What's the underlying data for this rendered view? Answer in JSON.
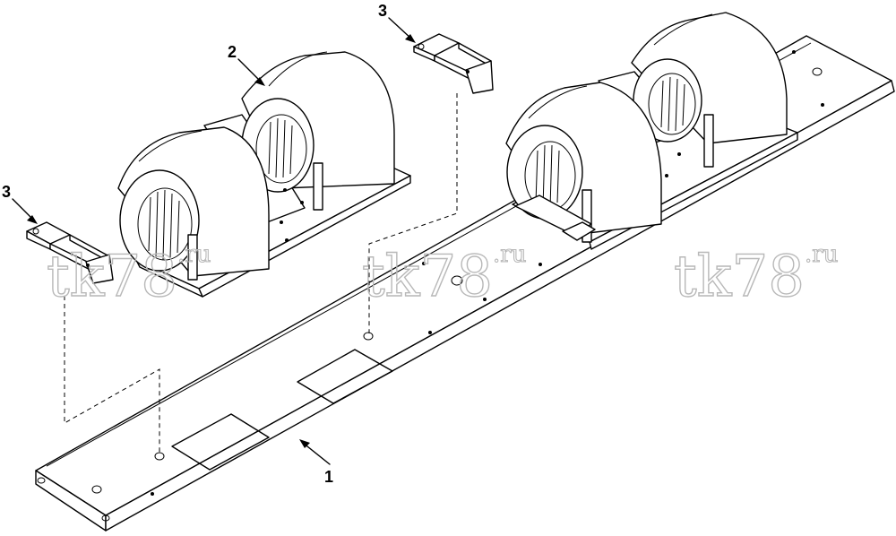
{
  "callouts": [
    {
      "id": "1",
      "label": "1"
    },
    {
      "id": "2",
      "label": "2"
    },
    {
      "id": "3a",
      "label": "3"
    },
    {
      "id": "3b",
      "label": "3"
    }
  ],
  "watermarks": [
    {
      "text": "tk78",
      "sup": ".ru"
    },
    {
      "text": "tk78",
      "sup": ".ru"
    },
    {
      "text": "tk78",
      "sup": ".ru"
    }
  ],
  "colors": {
    "line": "#000000",
    "watermark": "#b8b8b8",
    "background": "#ffffff"
  }
}
